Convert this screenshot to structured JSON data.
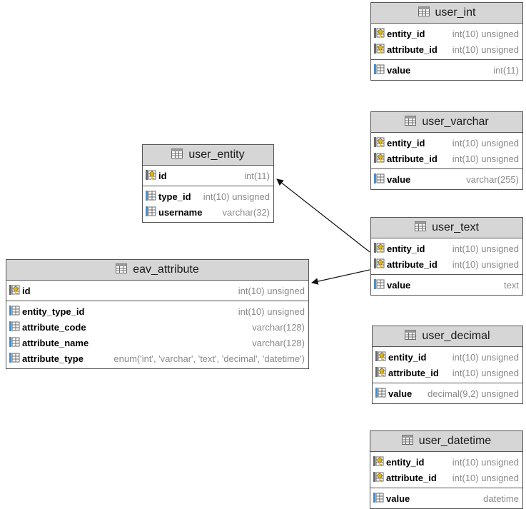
{
  "tables": {
    "user_int": {
      "name": "user_int",
      "groups": [
        [
          {
            "name": "entity_id",
            "type": "int(10) unsigned",
            "icon": "primary-key-icon"
          },
          {
            "name": "attribute_id",
            "type": "int(10) unsigned",
            "icon": "primary-key-icon"
          }
        ],
        [
          {
            "name": "value",
            "type": "int(11)",
            "icon": "column-icon"
          }
        ]
      ]
    },
    "user_varchar": {
      "name": "user_varchar",
      "groups": [
        [
          {
            "name": "entity_id",
            "type": "int(10) unsigned",
            "icon": "primary-key-icon"
          },
          {
            "name": "attribute_id",
            "type": "int(10) unsigned",
            "icon": "primary-key-icon"
          }
        ],
        [
          {
            "name": "value",
            "type": "varchar(255)",
            "icon": "column-icon"
          }
        ]
      ]
    },
    "user_entity": {
      "name": "user_entity",
      "groups": [
        [
          {
            "name": "id",
            "type": "int(11)",
            "icon": "primary-key-icon"
          }
        ],
        [
          {
            "name": "type_id",
            "type": "int(10) unsigned",
            "icon": "column-icon"
          },
          {
            "name": "username",
            "type": "varchar(32)",
            "icon": "column-icon"
          }
        ]
      ]
    },
    "user_text": {
      "name": "user_text",
      "groups": [
        [
          {
            "name": "entity_id",
            "type": "int(10) unsigned",
            "icon": "primary-key-icon"
          },
          {
            "name": "attribute_id",
            "type": "int(10) unsigned",
            "icon": "primary-key-icon"
          }
        ],
        [
          {
            "name": "value",
            "type": "text",
            "icon": "column-icon"
          }
        ]
      ]
    },
    "eav_attribute": {
      "name": "eav_attribute",
      "groups": [
        [
          {
            "name": "id",
            "type": "int(10) unsigned",
            "icon": "primary-key-icon"
          }
        ],
        [
          {
            "name": "entity_type_id",
            "type": "int(10) unsigned",
            "icon": "column-icon"
          },
          {
            "name": "attribute_code",
            "type": "varchar(128)",
            "icon": "column-icon"
          },
          {
            "name": "attribute_name",
            "type": "varchar(128)",
            "icon": "column-icon"
          },
          {
            "name": "attribute_type",
            "type": "enum('int', 'varchar', 'text', 'decimal', 'datetime')",
            "icon": "column-icon"
          }
        ]
      ]
    },
    "user_decimal": {
      "name": "user_decimal",
      "groups": [
        [
          {
            "name": "entity_id",
            "type": "int(10) unsigned",
            "icon": "primary-key-icon"
          },
          {
            "name": "attribute_id",
            "type": "int(10) unsigned",
            "icon": "primary-key-icon"
          }
        ],
        [
          {
            "name": "value",
            "type": "decimal(9,2) unsigned",
            "icon": "column-icon"
          }
        ]
      ]
    },
    "user_datetime": {
      "name": "user_datetime",
      "groups": [
        [
          {
            "name": "entity_id",
            "type": "int(10) unsigned",
            "icon": "primary-key-icon"
          },
          {
            "name": "attribute_id",
            "type": "int(10) unsigned",
            "icon": "primary-key-icon"
          }
        ],
        [
          {
            "name": "value",
            "type": "datetime",
            "icon": "column-icon"
          }
        ]
      ]
    }
  },
  "relations": [
    {
      "from": "user_text",
      "to": "user_entity"
    },
    {
      "from": "user_text",
      "to": "eav_attribute"
    }
  ],
  "colors": {
    "header": "#d6d6d6",
    "border": "#555555",
    "type_text": "#8a8a8a",
    "key": "#e0b320",
    "column_icon": "#4a90c8"
  }
}
